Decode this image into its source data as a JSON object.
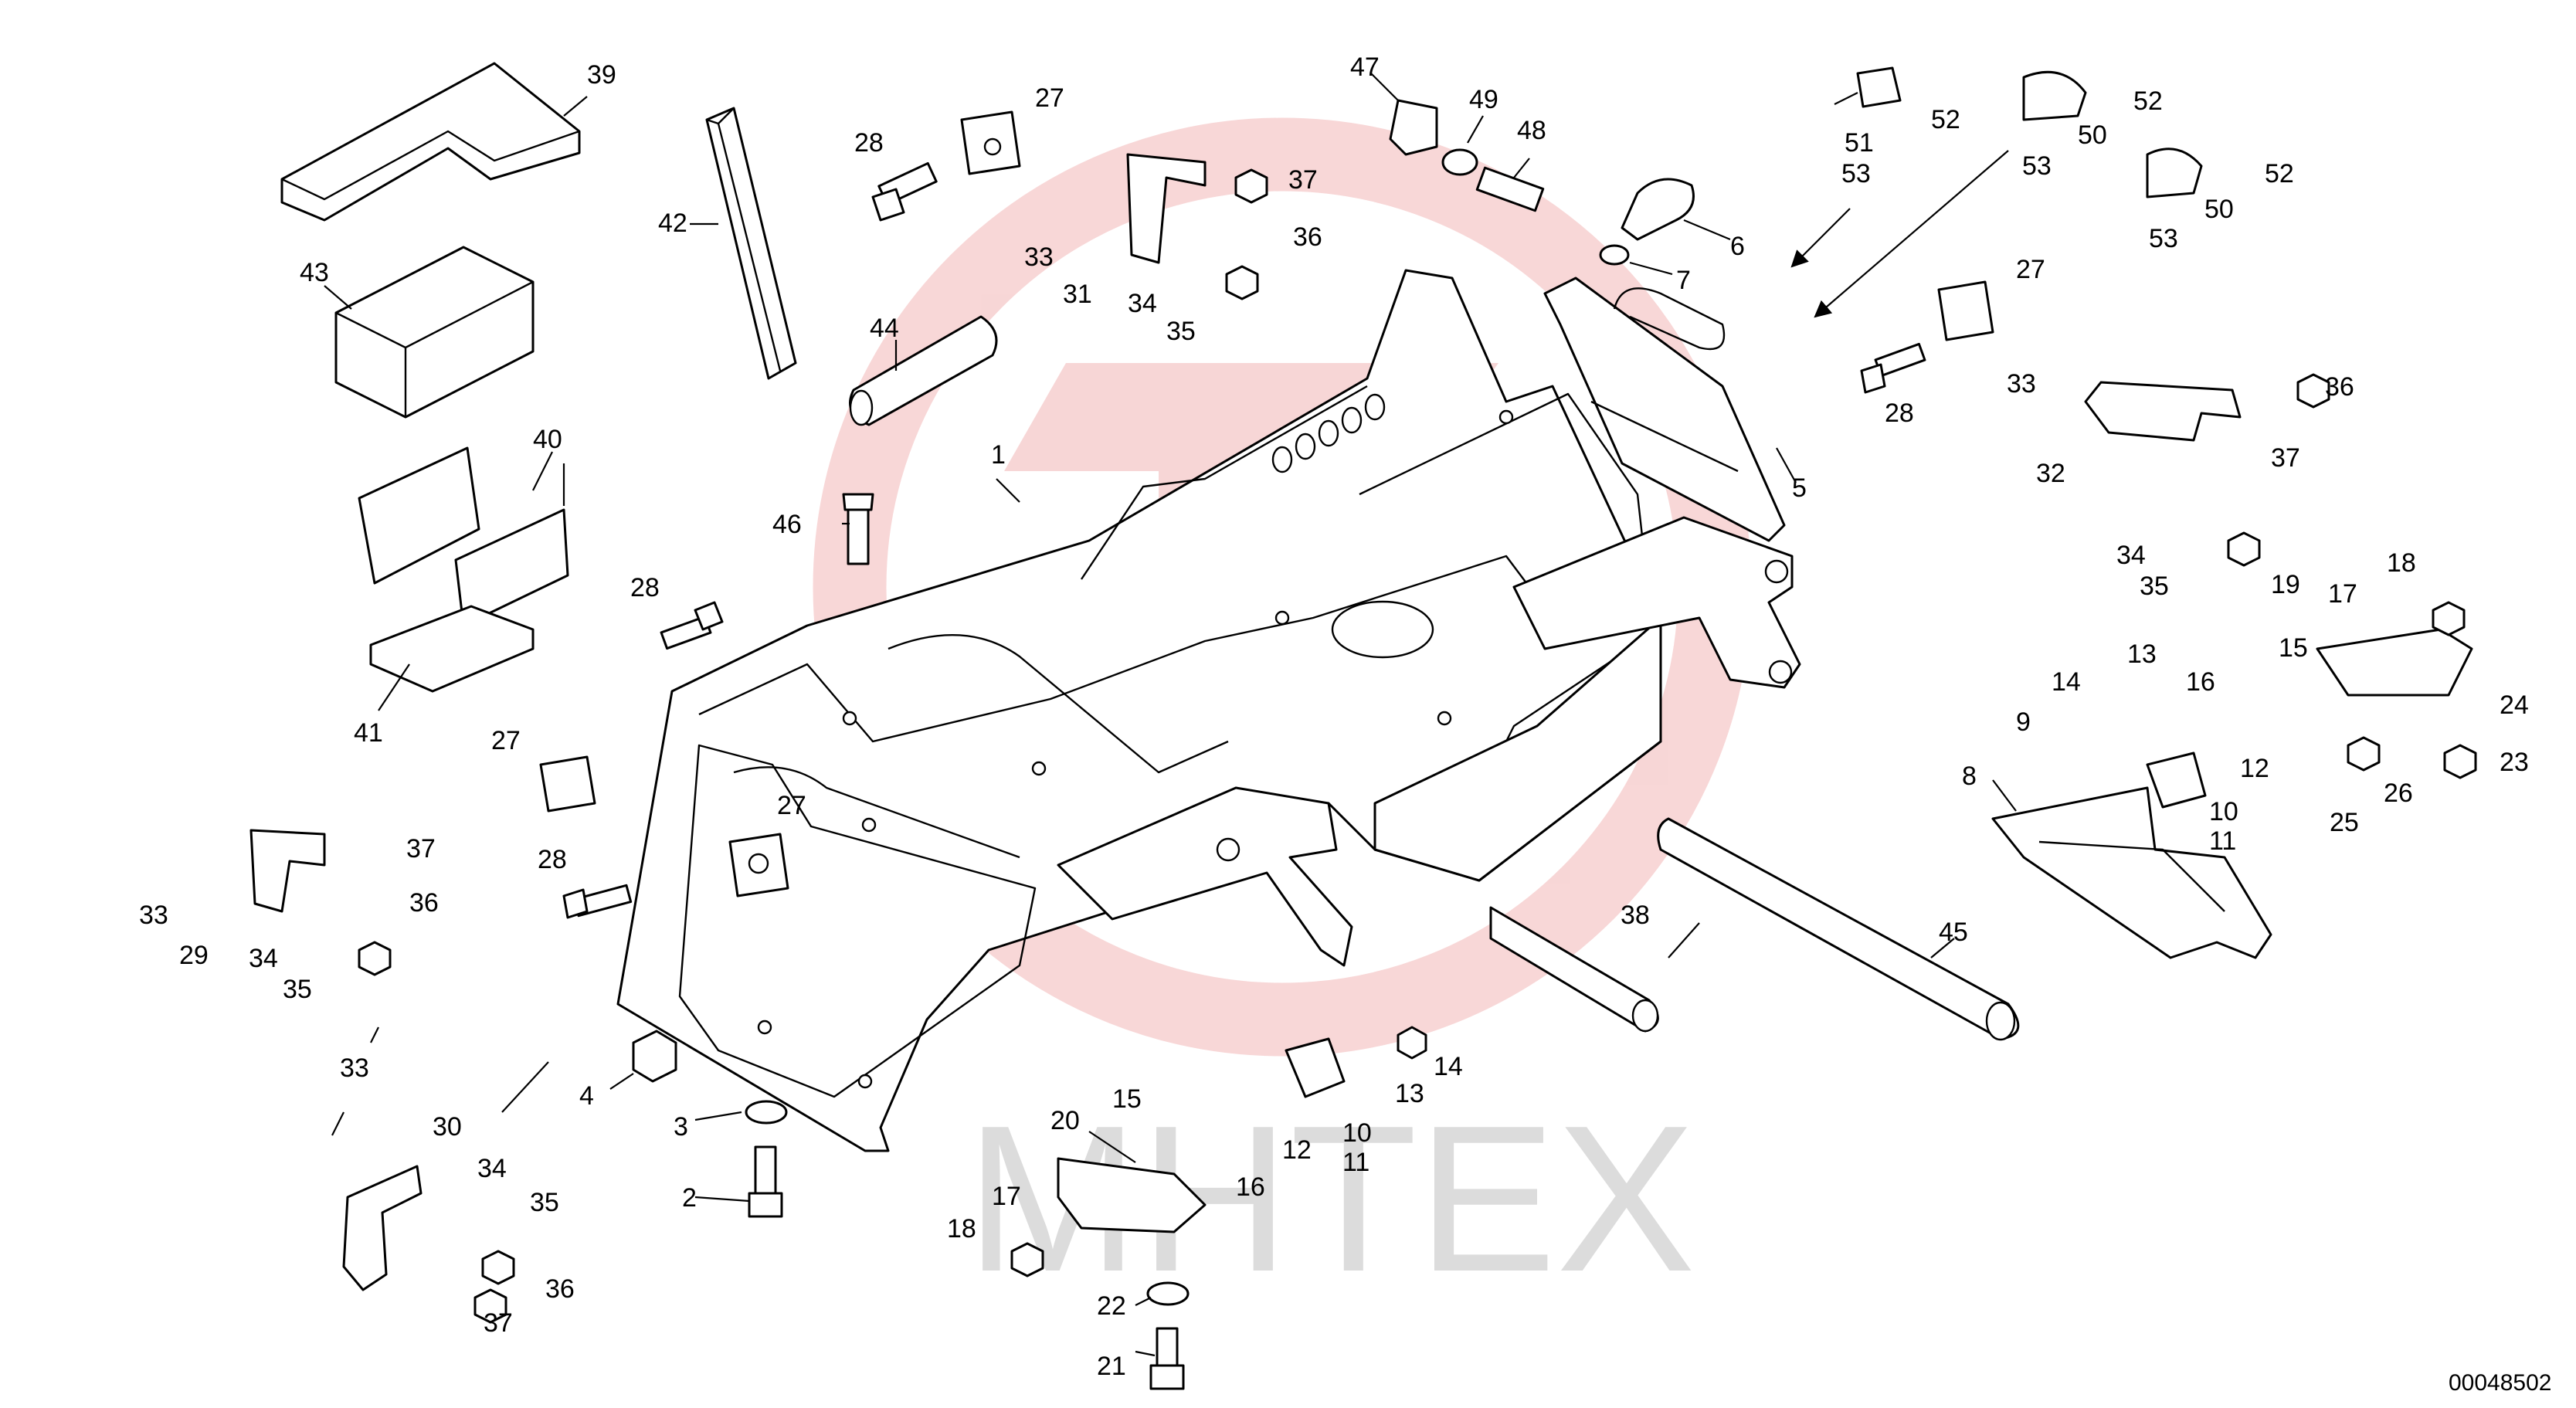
{
  "watermark": {
    "text": "MHTEX",
    "logo_color": "#f2b6b6",
    "text_color": "#d9d9d9"
  },
  "drawing_number": "00048502",
  "callouts": [
    {
      "id": "c1",
      "label": "1"
    },
    {
      "id": "c2",
      "label": "2"
    },
    {
      "id": "c3",
      "label": "3"
    },
    {
      "id": "c4",
      "label": "4"
    },
    {
      "id": "c5",
      "label": "5"
    },
    {
      "id": "c6",
      "label": "6"
    },
    {
      "id": "c7",
      "label": "7"
    },
    {
      "id": "c8",
      "label": "8"
    },
    {
      "id": "c9",
      "label": "9"
    },
    {
      "id": "c10a",
      "label": "10"
    },
    {
      "id": "c10b",
      "label": "10"
    },
    {
      "id": "c11a",
      "label": "11"
    },
    {
      "id": "c11b",
      "label": "11"
    },
    {
      "id": "c12a",
      "label": "12"
    },
    {
      "id": "c12b",
      "label": "12"
    },
    {
      "id": "c13a",
      "label": "13"
    },
    {
      "id": "c13b",
      "label": "13"
    },
    {
      "id": "c14a",
      "label": "14"
    },
    {
      "id": "c14b",
      "label": "14"
    },
    {
      "id": "c15a",
      "label": "15"
    },
    {
      "id": "c15b",
      "label": "15"
    },
    {
      "id": "c16a",
      "label": "16"
    },
    {
      "id": "c16b",
      "label": "16"
    },
    {
      "id": "c17a",
      "label": "17"
    },
    {
      "id": "c17b",
      "label": "17"
    },
    {
      "id": "c18a",
      "label": "18"
    },
    {
      "id": "c18b",
      "label": "18"
    },
    {
      "id": "c19",
      "label": "19"
    },
    {
      "id": "c20",
      "label": "20"
    },
    {
      "id": "c21",
      "label": "21"
    },
    {
      "id": "c22",
      "label": "22"
    },
    {
      "id": "c23",
      "label": "23"
    },
    {
      "id": "c24",
      "label": "24"
    },
    {
      "id": "c25",
      "label": "25"
    },
    {
      "id": "c26",
      "label": "26"
    },
    {
      "id": "c27a",
      "label": "27"
    },
    {
      "id": "c27b",
      "label": "27"
    },
    {
      "id": "c27c",
      "label": "27"
    },
    {
      "id": "c27d",
      "label": "27"
    },
    {
      "id": "c28a",
      "label": "28"
    },
    {
      "id": "c28b",
      "label": "28"
    },
    {
      "id": "c28c",
      "label": "28"
    },
    {
      "id": "c28d",
      "label": "28"
    },
    {
      "id": "c29",
      "label": "29"
    },
    {
      "id": "c30",
      "label": "30"
    },
    {
      "id": "c31",
      "label": "31"
    },
    {
      "id": "c32",
      "label": "32"
    },
    {
      "id": "c33a",
      "label": "33"
    },
    {
      "id": "c33b",
      "label": "33"
    },
    {
      "id": "c33c",
      "label": "33"
    },
    {
      "id": "c33d",
      "label": "33"
    },
    {
      "id": "c34a",
      "label": "34"
    },
    {
      "id": "c34b",
      "label": "34"
    },
    {
      "id": "c34c",
      "label": "34"
    },
    {
      "id": "c34d",
      "label": "34"
    },
    {
      "id": "c35a",
      "label": "35"
    },
    {
      "id": "c35b",
      "label": "35"
    },
    {
      "id": "c35c",
      "label": "35"
    },
    {
      "id": "c35d",
      "label": "35"
    },
    {
      "id": "c36a",
      "label": "36"
    },
    {
      "id": "c36b",
      "label": "36"
    },
    {
      "id": "c36c",
      "label": "36"
    },
    {
      "id": "c36d",
      "label": "36"
    },
    {
      "id": "c37a",
      "label": "37"
    },
    {
      "id": "c37b",
      "label": "37"
    },
    {
      "id": "c37c",
      "label": "37"
    },
    {
      "id": "c37d",
      "label": "37"
    },
    {
      "id": "c38",
      "label": "38"
    },
    {
      "id": "c39",
      "label": "39"
    },
    {
      "id": "c40",
      "label": "40"
    },
    {
      "id": "c41",
      "label": "41"
    },
    {
      "id": "c42",
      "label": "42"
    },
    {
      "id": "c43",
      "label": "43"
    },
    {
      "id": "c44",
      "label": "44"
    },
    {
      "id": "c45",
      "label": "45"
    },
    {
      "id": "c46",
      "label": "46"
    },
    {
      "id": "c47",
      "label": "47"
    },
    {
      "id": "c48",
      "label": "48"
    },
    {
      "id": "c49",
      "label": "49"
    },
    {
      "id": "c50a",
      "label": "50"
    },
    {
      "id": "c50b",
      "label": "50"
    },
    {
      "id": "c51",
      "label": "51"
    },
    {
      "id": "c52a",
      "label": "52"
    },
    {
      "id": "c52b",
      "label": "52"
    },
    {
      "id": "c52c",
      "label": "52"
    },
    {
      "id": "c53a",
      "label": "53"
    },
    {
      "id": "c53b",
      "label": "53"
    },
    {
      "id": "c53c",
      "label": "53"
    }
  ]
}
